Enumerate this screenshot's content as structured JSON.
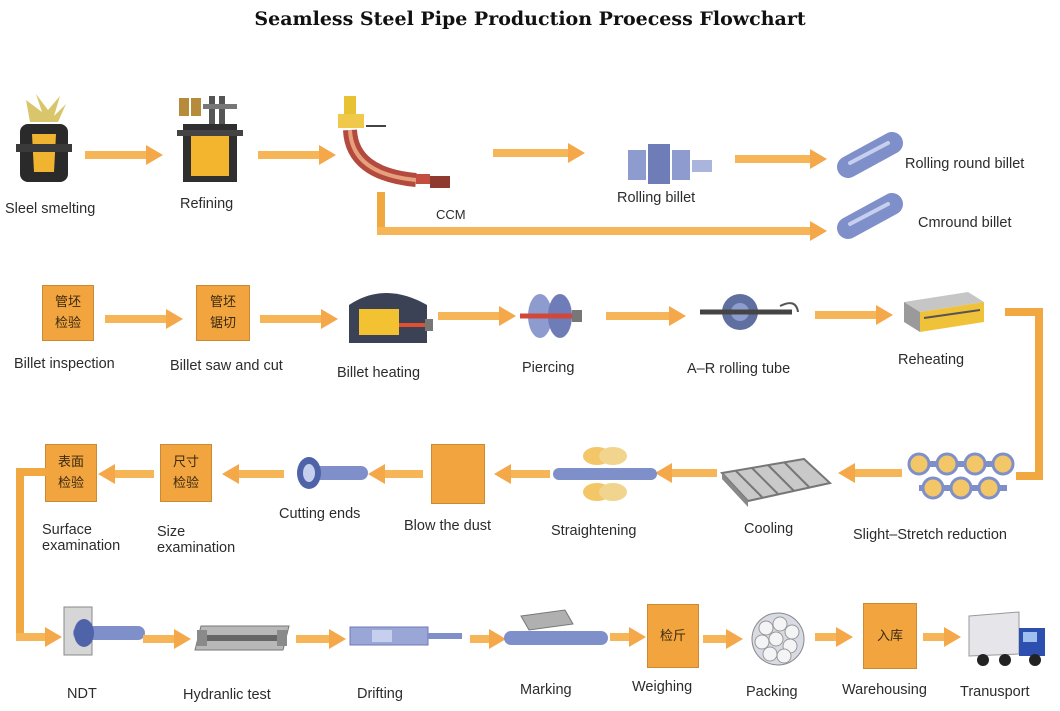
{
  "title": "Seamless Steel Pipe Production Proecess Flowchart",
  "colors": {
    "arrow": "#f6b657",
    "box": "#f2a43e",
    "steel": "#7f8fc9"
  },
  "row1": {
    "steel_smelting": "Sleel smelting",
    "refining": "Refining",
    "ccm": "CCM",
    "rolling_billet": "Rolling billet",
    "rolling_round_billet": "Rolling round billet",
    "cmround_billet": "Cmround billet"
  },
  "row2": {
    "billet_inspection": {
      "label": "Billet inspection",
      "box": [
        "管坯",
        "检验"
      ]
    },
    "billet_saw": {
      "label": "Billet saw and cut",
      "box": [
        "管坯",
        "锯切"
      ]
    },
    "billet_heating": "Billet heating",
    "piercing": "Piercing",
    "ar_rolling": "A–R rolling tube",
    "reheating": "Reheating"
  },
  "row3": {
    "slight_stretch": "Slight–Stretch reduction",
    "cooling": "Cooling",
    "straightening": "Straightening",
    "blow_dust": "Blow the dust",
    "cutting_ends": "Cutting ends",
    "size_exam": {
      "label": [
        "Size",
        "examination"
      ],
      "box": [
        "尺寸",
        "检验"
      ]
    },
    "surface_exam": {
      "label": [
        "Surface",
        "examination"
      ],
      "box": [
        "表面",
        "检验"
      ]
    }
  },
  "row4": {
    "ndt": "NDT",
    "hydraulic": "Hydranlic test",
    "drifting": "Drifting",
    "marking": "Marking",
    "weighing": {
      "label": "Weighing",
      "box": [
        "检斤"
      ]
    },
    "packing": "Packing",
    "warehousing": {
      "label": "Warehousing",
      "box": [
        "入库"
      ]
    },
    "transport": "Tranusport"
  }
}
